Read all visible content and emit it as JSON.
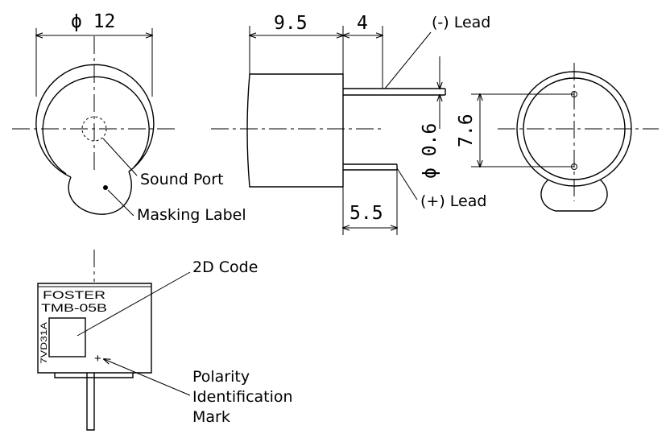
{
  "dimensions": {
    "diameter": "ϕ 12",
    "height": "9.5",
    "lead_length": "4",
    "lead_diameter": "ϕ 0.6",
    "lead_pitch": "7.6",
    "lead_spacing": "5.5"
  },
  "labels": {
    "neg_lead": "(-) Lead",
    "pos_lead": "(+) Lead",
    "sound_port": "Sound Port",
    "masking_label": "Masking Label",
    "code_2d": "2D Code",
    "polarity_line1": "Polarity",
    "polarity_line2": "Identification",
    "polarity_line3": "Mark"
  },
  "part_marking": {
    "brand": "FOSTER",
    "model": "TMB-05B",
    "lot": "7VD31A",
    "plus": "+"
  }
}
